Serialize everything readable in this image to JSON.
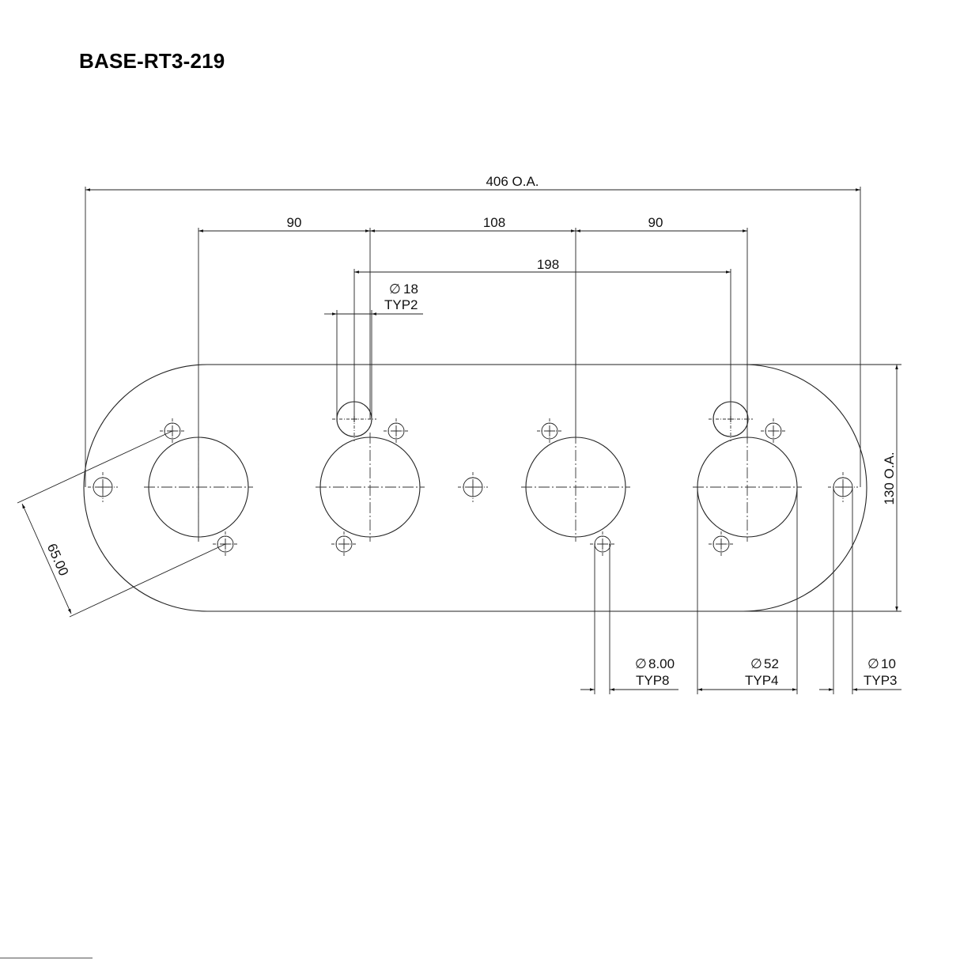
{
  "title": "BASE-RT3-219",
  "dimensions": {
    "overall_length": "406 O.A.",
    "overall_height": "130 O.A.",
    "spacing_left": "90",
    "spacing_center": "108",
    "spacing_right": "90",
    "small_hole_spacing": "198",
    "diagonal": "65.00"
  },
  "callouts": {
    "hole_18": {
      "diameter": "18",
      "note": "TYP2"
    },
    "hole_8": {
      "diameter": "8.00",
      "note": "TYP8"
    },
    "hole_52": {
      "diameter": "52",
      "note": "TYP4"
    },
    "hole_10": {
      "diameter": "10",
      "note": "TYP3"
    }
  },
  "symbols": {
    "diameter": "∅"
  },
  "colors": {
    "line": "#222222",
    "text": "#111111",
    "background": "#ffffff"
  }
}
